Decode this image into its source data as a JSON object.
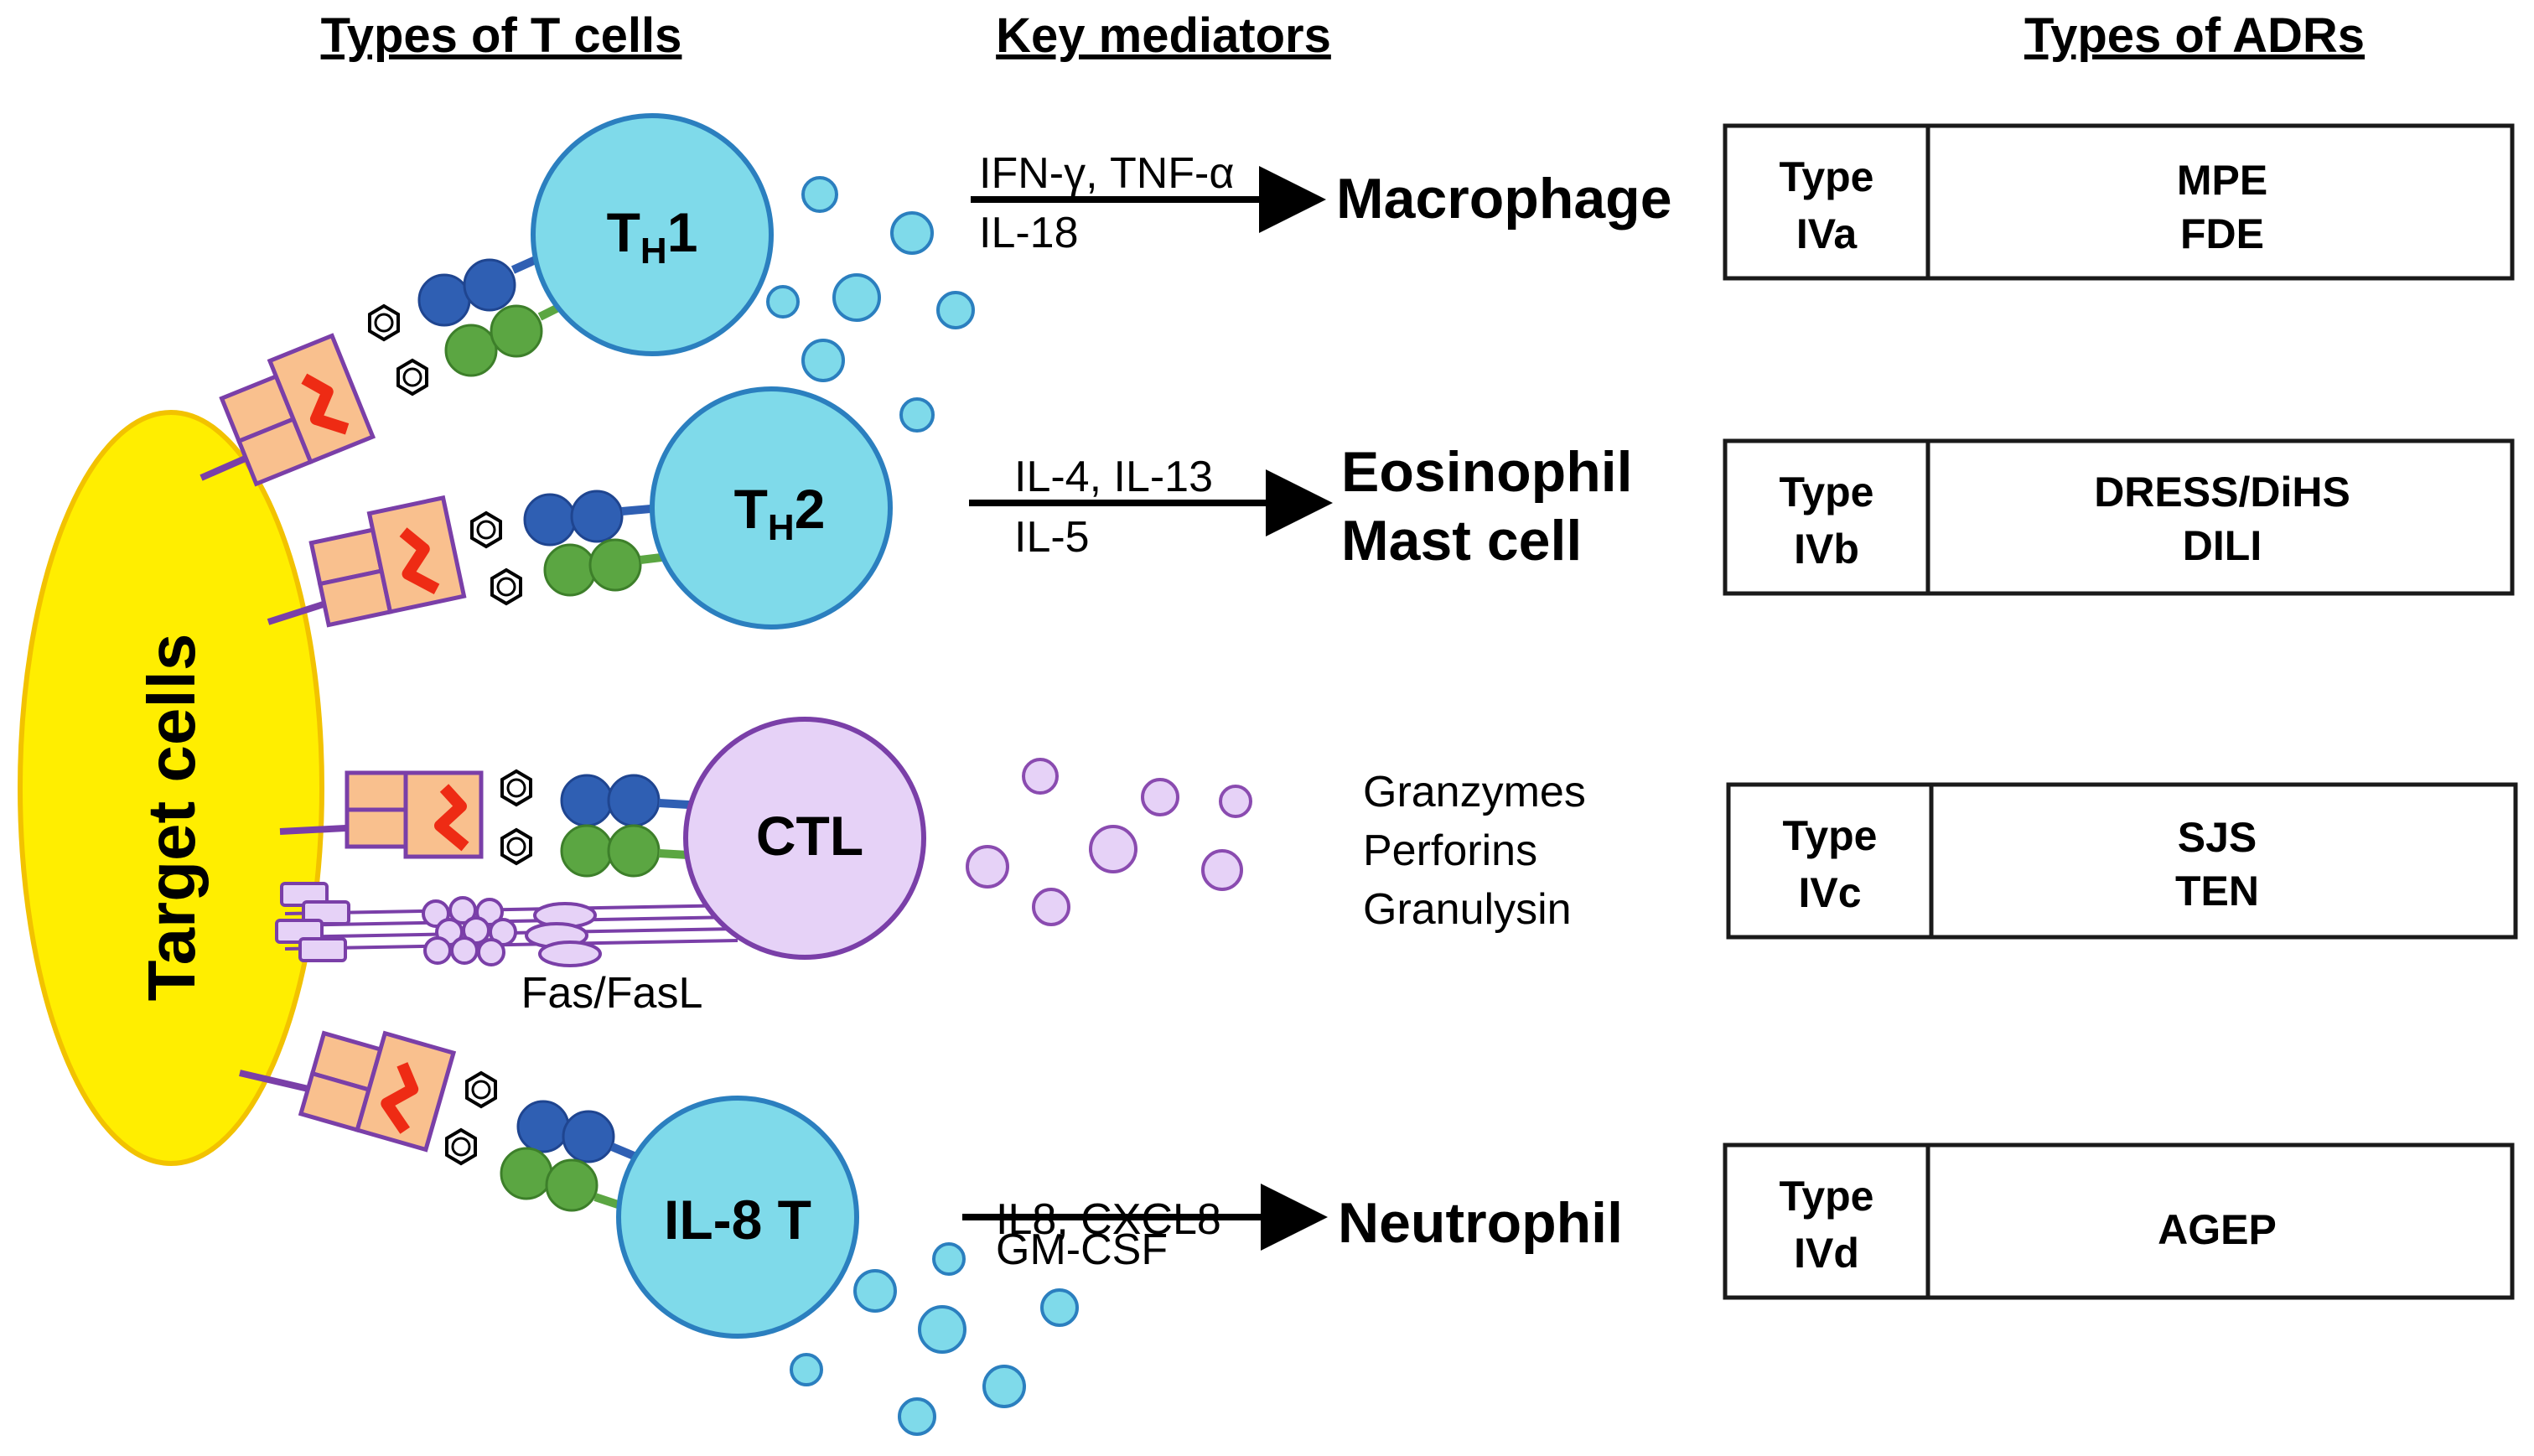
{
  "headers": {
    "t_cells": "Types of T cells",
    "mediators": "Key mediators",
    "adrs": "Types of ADRs"
  },
  "target_label": "Target cells",
  "rows": [
    {
      "cell_main": "T",
      "cell_sub": "H",
      "cell_suffix": "1",
      "mediator_lines": [
        "IFN-γ, TNF-α",
        "IL-18"
      ],
      "effector_lines": [
        "Macrophage"
      ],
      "type_lines": [
        "Type",
        "IVa"
      ],
      "adr_lines": [
        "MPE",
        "FDE"
      ]
    },
    {
      "cell_main": "T",
      "cell_sub": "H",
      "cell_suffix": "2",
      "mediator_lines": [
        "IL-4, IL-13",
        "IL-5"
      ],
      "effector_lines": [
        "Eosinophil",
        "Mast cell"
      ],
      "type_lines": [
        "Type",
        "IVb"
      ],
      "adr_lines": [
        "DRESS/DiHS",
        "DILI"
      ]
    },
    {
      "cell_main": "CTL",
      "mediator_lines": [
        "Granzymes",
        "Perforins",
        "Granulysin"
      ],
      "type_lines": [
        "Type",
        "IVc"
      ],
      "adr_lines": [
        "SJS",
        "TEN"
      ],
      "extra_label": "Fas/FasL"
    },
    {
      "cell_main": "IL-8 T",
      "mediator_lines": [
        "IL8, CXCL8",
        "GM-CSF"
      ],
      "effector_lines": [
        "Neutrophil"
      ],
      "type_lines": [
        "Type",
        "IVd"
      ],
      "adr_lines": [
        "AGEP"
      ]
    }
  ],
  "colors": {
    "target_fill": "#ffee00",
    "target_stroke": "#f2c200",
    "t_cell_fill": "#7fdaea",
    "t_cell_stroke": "#2b7fbf",
    "ctl_fill": "#e6d2f7",
    "ctl_stroke": "#7a3fa8",
    "receptor_fill": "#f9c08e",
    "receptor_stroke": "#8a4bb0",
    "drug_red": "#ee2b14",
    "blue_domain": "#2f5fb3",
    "green_domain": "#5ba642",
    "cytokine_fill": "#7fdaea",
    "cytotoxic_fill": "#e6d2f7"
  }
}
